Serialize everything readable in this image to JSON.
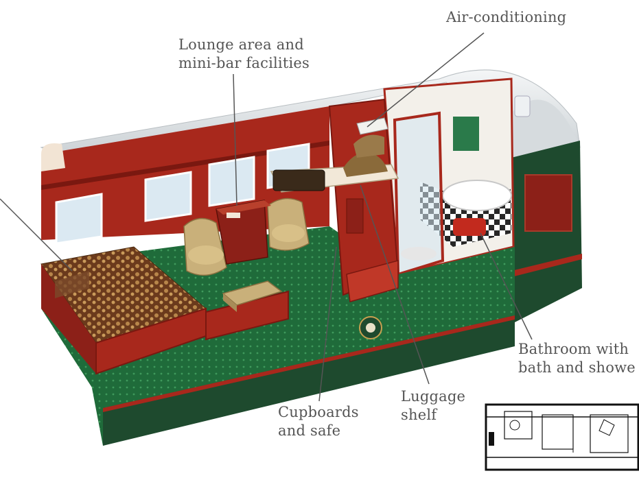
{
  "labels": {
    "air_conditioning": [
      "Air-conditioning"
    ],
    "lounge": [
      "Lounge area and",
      "mini-bar facilities"
    ],
    "bathroom": [
      "Bathroom with",
      "bath and showe"
    ],
    "luggage": [
      "Luggage",
      "shelf"
    ],
    "cupboards": [
      "Cupboards",
      "and safe"
    ]
  },
  "colors": {
    "wood": "#a8281c",
    "wood_dark": "#7a1810",
    "carpet": "#1f6b3a",
    "exterior": "#1e4a2e",
    "roof": "#dfe3e6",
    "window": "#dbe9f2",
    "leader_line": "#555555"
  }
}
